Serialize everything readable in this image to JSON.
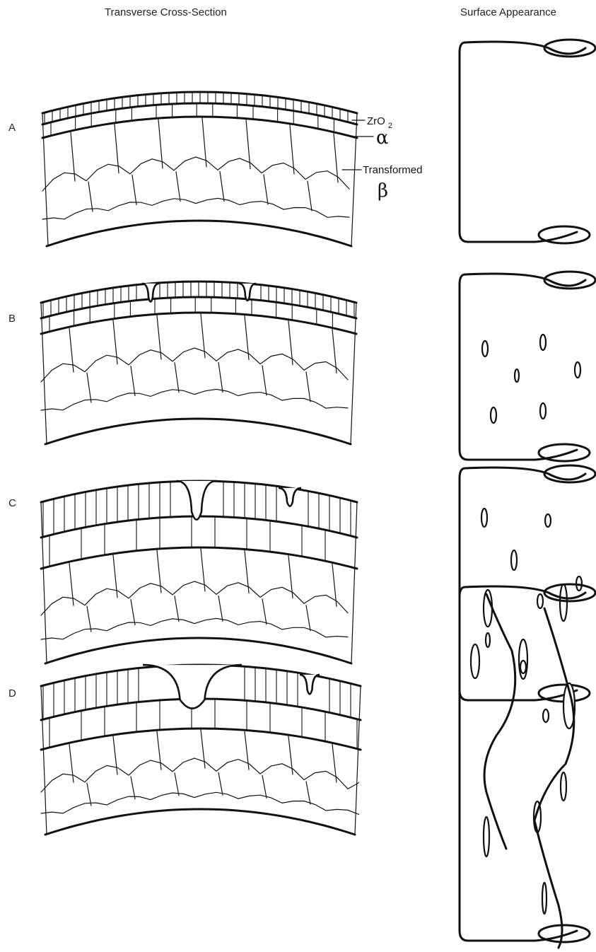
{
  "headers": {
    "cross_section": "Transverse Cross-Section",
    "surface": "Surface Appearance"
  },
  "rows": [
    {
      "label": "A"
    },
    {
      "label": "B"
    },
    {
      "label": "C"
    },
    {
      "label": "D"
    }
  ],
  "annotations": {
    "zro2": "ZrO",
    "zro2_sub": "2",
    "alpha": "α",
    "transformed": "Transformed",
    "beta": "β"
  }
}
